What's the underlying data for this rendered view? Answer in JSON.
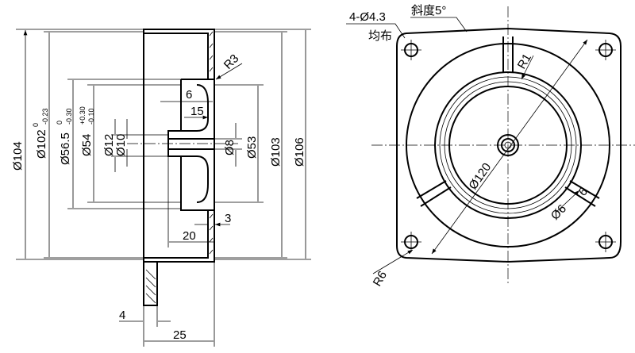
{
  "side_view": {
    "d104": "Ø104",
    "d102": "Ø102",
    "d102_tol_upper": "0",
    "d102_tol_lower": "-0.23",
    "d56_5": "Ø56.5",
    "d56_5_tol_upper": "0",
    "d56_5_tol_lower": "-0.30",
    "d54": "Ø54",
    "d54_tol_upper": "+0.30",
    "d54_tol_lower": "-0.10",
    "d12": "Ø12",
    "d10": "Ø10",
    "d8": "Ø8",
    "d53": "Ø53",
    "d103": "Ø103",
    "d106": "Ø106",
    "r3": "R3",
    "len6": "6",
    "len15": "15",
    "len3": "3",
    "len20": "20",
    "len4": "4",
    "len25": "25"
  },
  "front_view": {
    "holes": "4-Ø4.3",
    "holes_note": "均布",
    "slope": "斜度5°",
    "r1": "R1",
    "d120": "Ø120",
    "d6": "Ø6",
    "r6": "R6",
    "len6": "6"
  }
}
